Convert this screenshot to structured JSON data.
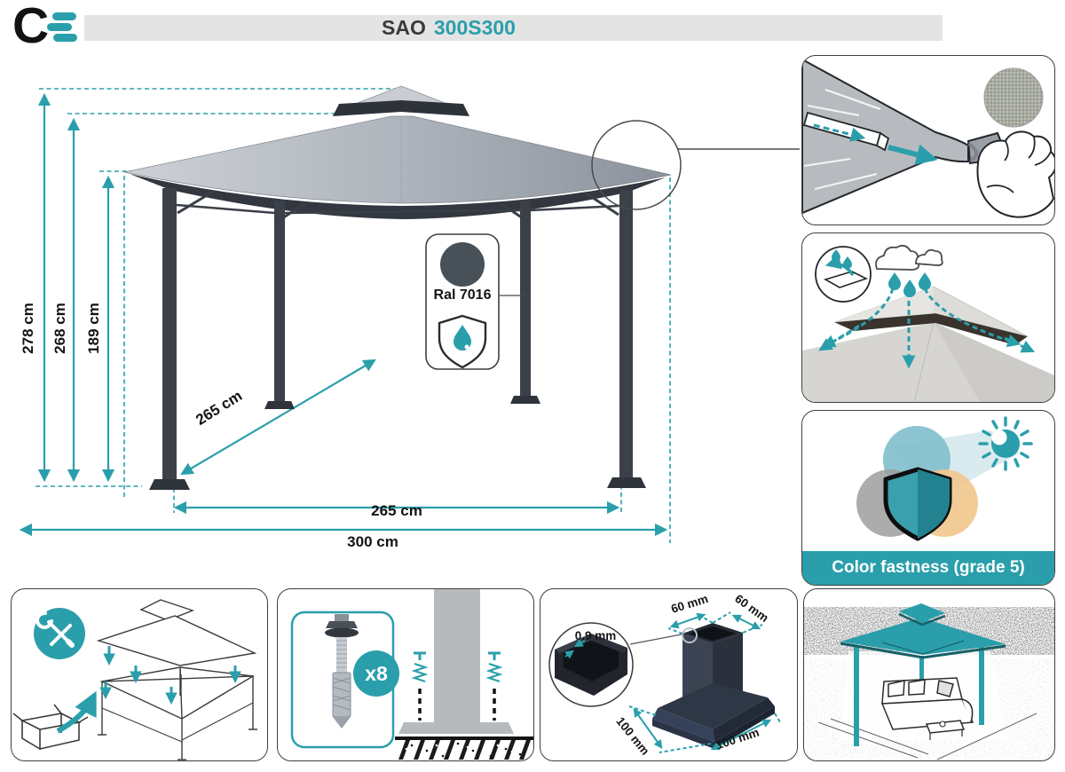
{
  "colors": {
    "accent_teal": "#2a9fab",
    "header_bar_gray": "#e4e4e4",
    "ink": "#141414",
    "ral7016_swatch": "#485058",
    "canopy_gray": "#aab0b8",
    "frame_dark": "#3a3f47",
    "fastness_tan": "#f1c78c"
  },
  "header": {
    "logo_letter": "C",
    "model_prefix": "SAO",
    "model_code": "300S300"
  },
  "main_diagram": {
    "dimensions": {
      "total_height": "278 cm",
      "canopy_top_height": "268 cm",
      "eave_height": "189 cm",
      "side_depth": "265 cm",
      "leg_spacing": "265 cm",
      "total_width": "300 cm"
    },
    "color_badge": {
      "ral": "Ral 7016"
    }
  },
  "feature_panels": {
    "color_fastness_label": "Color fastness (grade 5)"
  },
  "bottom_panels": {
    "anchor": {
      "count": "x8"
    },
    "foot": {
      "top_width": "60 mm",
      "top_depth": "60 mm",
      "wall_thickness": "0.9 mm",
      "base_width": "100 mm",
      "base_depth": "100 mm"
    }
  }
}
